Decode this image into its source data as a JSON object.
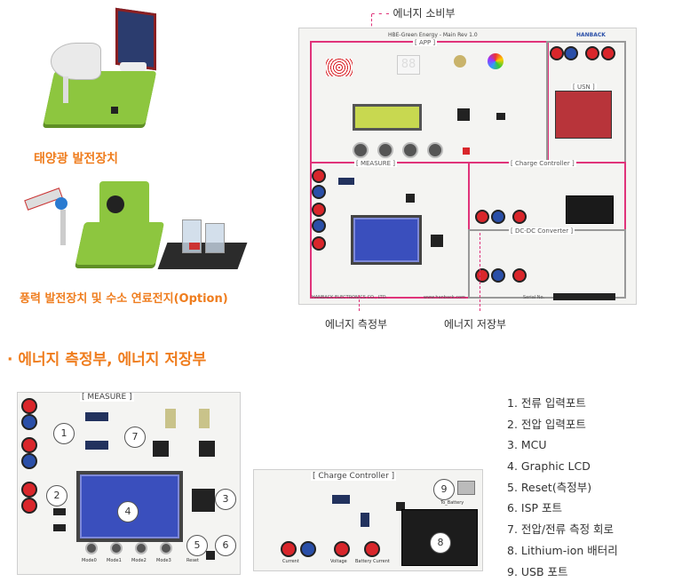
{
  "products": {
    "solar_caption": "태양광 발전장치",
    "wind_caption": "풍력 발전장치 및 수소 연료전지(Option)"
  },
  "board": {
    "title": "HBE-Green Energy - Main",
    "version": "Rev 1.0",
    "brand": "HANBACK",
    "sections": {
      "app": "[ APP ]",
      "usn": "[ USN ]",
      "measure": "[ MEASURE ]",
      "charge": "[ Charge Controller ]",
      "dcdc": "[ DC-DC Converter ]"
    },
    "footer_left": "HANBACK ELECTRONICS CO., LTD.",
    "footer_mid": "www.hanback.com",
    "serial": "Serial No."
  },
  "callouts": {
    "consumption": "에너지 소비부",
    "measurement": "에너지 측정부",
    "storage": "에너지 저장부"
  },
  "section_heading": "· 에너지 측정부, 에너지 저장부",
  "measure_detail": {
    "label": "[ MEASURE ]",
    "markers": [
      "1",
      "2",
      "3",
      "4",
      "5",
      "6",
      "7"
    ],
    "buttons": [
      "Mode0",
      "Mode1",
      "Mode2",
      "Mode3"
    ],
    "reset_label": "Reset"
  },
  "charge_detail": {
    "label": "[ Charge Controller ]",
    "markers": [
      "8",
      "9"
    ],
    "port_labels": [
      "Current",
      "Voltage",
      "Battery Current"
    ],
    "battery_label": "To_Battery"
  },
  "legend": [
    "1. 전류 입력포트",
    "2. 전압 입력포트",
    "3. MCU",
    "4. Graphic LCD",
    "5. Reset(측정부)",
    "6. ISP 포트",
    "7. 전압/전류 측정 회로",
    "8. Lithium-ion 배터리",
    "9. USB 포트"
  ]
}
